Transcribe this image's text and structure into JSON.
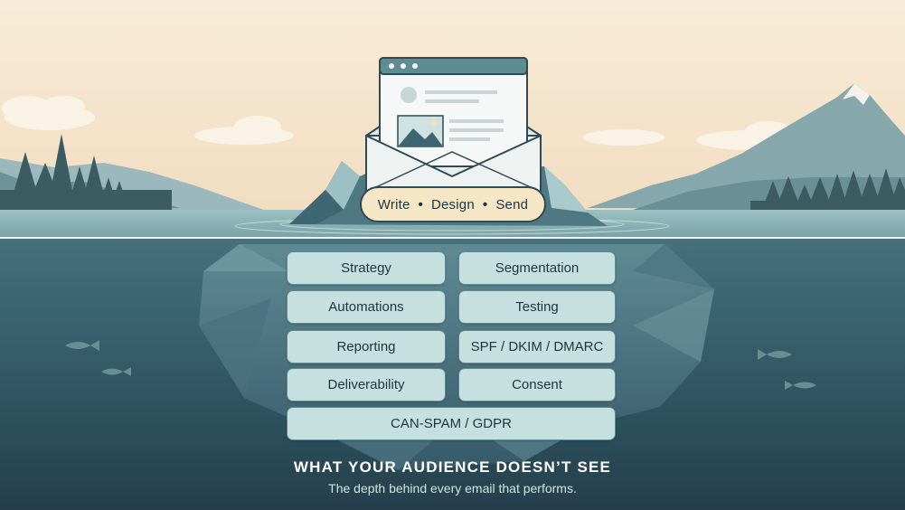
{
  "surface": {
    "items": [
      "Write",
      "Design",
      "Send"
    ],
    "separator": "•"
  },
  "hidden_items": [
    "Strategy",
    "Segmentation",
    "Automations",
    "Testing",
    "Reporting",
    "SPF / DKIM / DMARC",
    "Deliverability",
    "Consent",
    "CAN-SPAM / GDPR"
  ],
  "caption": {
    "title": "WHAT YOUR AUDIENCE DOESN’T SEE",
    "subtitle": "The depth behind every email that performs."
  },
  "colors": {
    "sky": "#f6e7cf",
    "water_surface": "#8fb4b8",
    "deep_water": "#2f5563",
    "surface_pill": "#f5e6c6",
    "tag_fill": "#c5e0de",
    "tag_border": "#5b8a90"
  },
  "icons": [
    "envelope-icon",
    "browser-window-icon",
    "image-placeholder-icon",
    "fish-icon"
  ]
}
